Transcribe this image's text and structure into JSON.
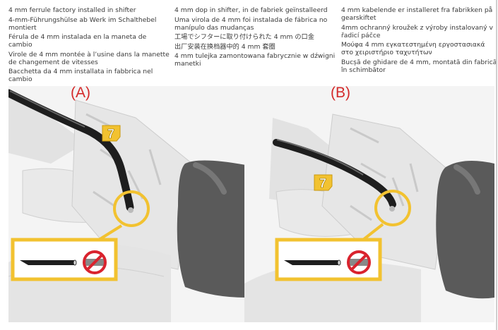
{
  "columns": [
    [
      "4 mm ferrule factory installed in shifter",
      "4-mm-Führungshülse ab Werk im Schalthebel montiert",
      "Férula de 4 mm instalada en la maneta de cambio",
      "Virole de 4 mm montée à l’usine dans la manette de changement de vitesses",
      "Bacchetta da 4 mm installata in fabbrica nel cambio"
    ],
    [
      "4 mm dop in shifter, in de fabriek geïnstalleerd",
      "Uma virola de 4 mm foi instalada de fábrica no manípulo das mudanças",
      "工場でシフターに取り付けられた 4 mm の口金",
      "出厂安装在换档器中的 4 mm 套圈",
      "4 mm tulejka zamontowana fabrycznie w dźwigni manetki"
    ],
    [
      "4 mm kabelende er installeret fra fabrikken på gearskiftet",
      "4mm ochranný kroužek z výroby instalovaný v řadicí páčce",
      "Μούφα 4 mm εγκατεστημένη εργοστασιακά στο χειριστήριο ταχυτήτων",
      "Bucșă de ghidare de 4 mm, montată din fabrică în schimbător"
    ]
  ],
  "panels": {
    "a": {
      "label": "(A)",
      "badge": "7"
    },
    "b": {
      "label": "(B)",
      "badge": "7"
    }
  },
  "colors": {
    "accent_yellow": "#f2c230",
    "label_red": "#d42a2a",
    "prohibit_red": "#d9232e"
  }
}
